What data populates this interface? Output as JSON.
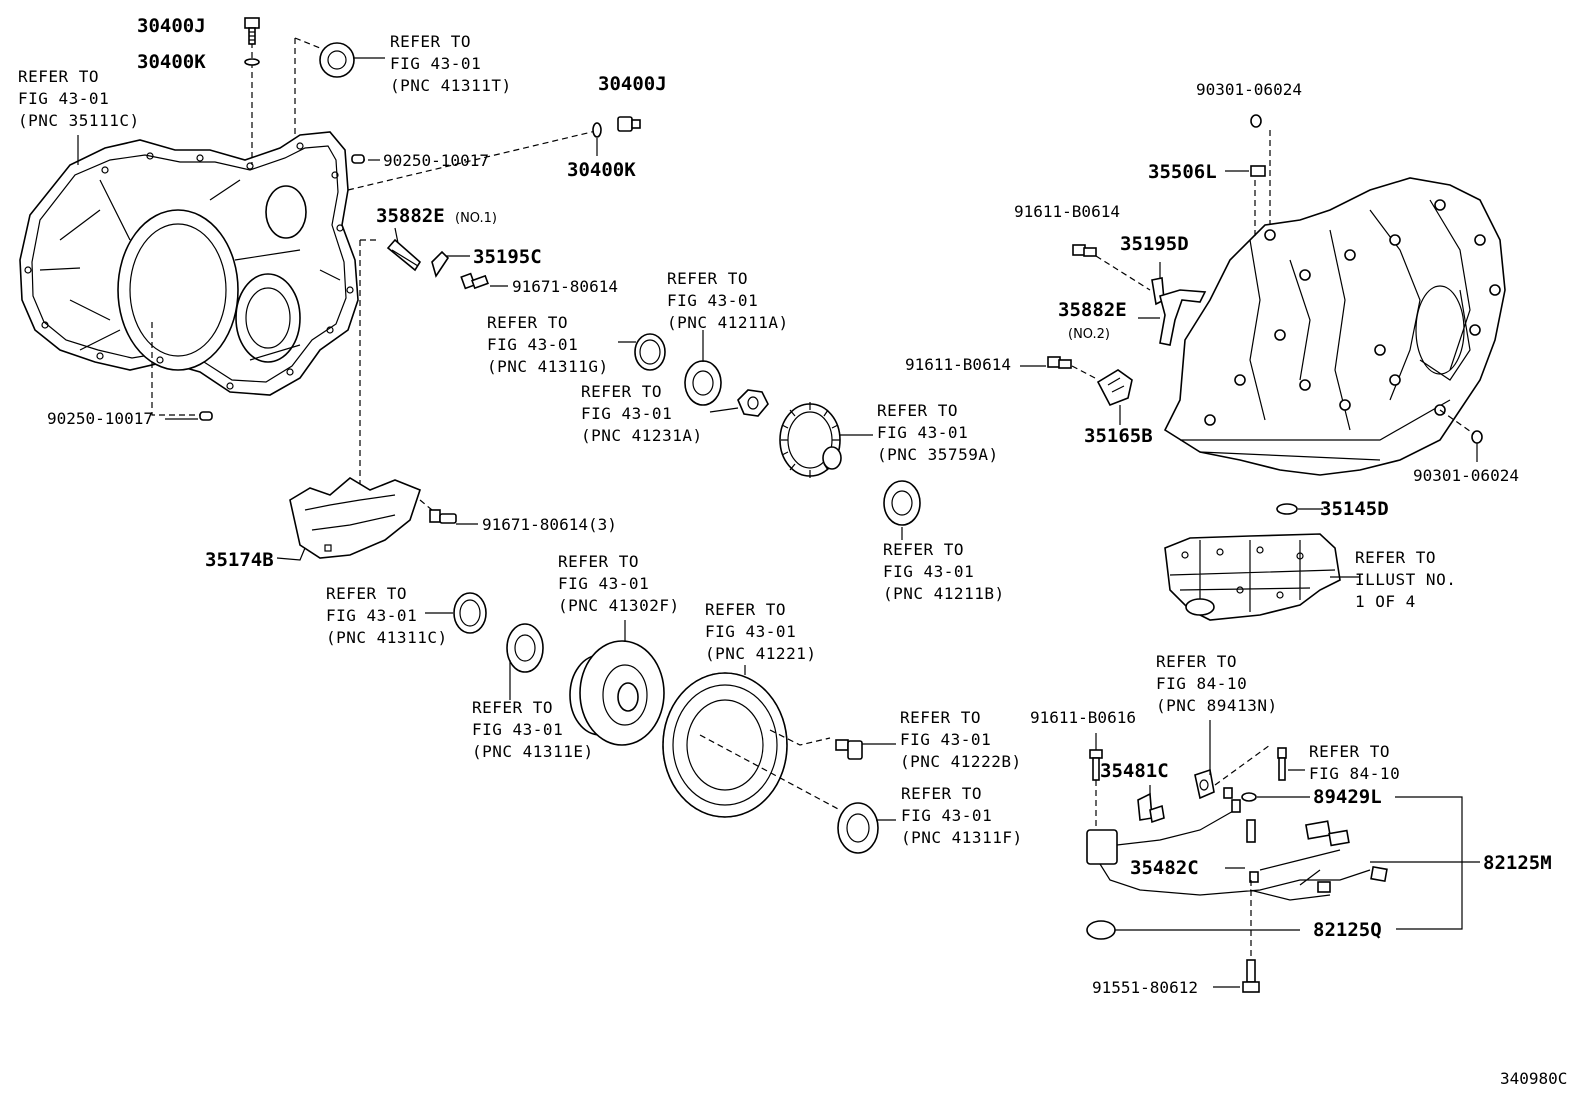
{
  "figure_code": "340980C",
  "callouts": {
    "c_30400j_top": "30400J",
    "c_30400k_top": "30400K",
    "c_30400j_mid": "30400J",
    "c_30400k_mid": "30400K",
    "c_90250_10017_a": "90250-10017",
    "c_90250_10017_b": "90250-10017",
    "c_35882e_no1": "35882E",
    "c_no1": "(NO.1)",
    "c_35195c": "35195C",
    "c_91671_80614": "91671-80614",
    "c_91671_80614_3": "91671-80614(3)",
    "c_35174b": "35174B",
    "c_90301_06024_top": "90301-06024",
    "c_90301_06024_bot": "90301-06024",
    "c_35506l": "35506L",
    "c_91611_b0614_a": "91611-B0614",
    "c_91611_b0614_b": "91611-B0614",
    "c_35195d": "35195D",
    "c_35882e_no2": "35882E",
    "c_no2": "(NO.2)",
    "c_35165b": "35165B",
    "c_35145d": "35145D",
    "c_91611_b0616": "91611-B0616",
    "c_35481c": "35481C",
    "c_89429l": "89429L",
    "c_82125m": "82125M",
    "c_35482c": "35482C",
    "c_82125q": "82125Q",
    "c_91551_80612": "91551-80612"
  },
  "refs": {
    "r_35111c": [
      "REFER TO",
      "FIG 43-01",
      "(PNC 35111C)"
    ],
    "r_41311t": [
      "REFER TO",
      "FIG 43-01",
      "(PNC 41311T)"
    ],
    "r_41311g": [
      "REFER TO",
      "FIG 43-01",
      "(PNC 41311G)"
    ],
    "r_41211a": [
      "REFER TO",
      "FIG 43-01",
      "(PNC 41211A)"
    ],
    "r_41231a": [
      "REFER TO",
      "FIG 43-01",
      "(PNC 41231A)"
    ],
    "r_35759a": [
      "REFER TO",
      "FIG 43-01",
      "(PNC 35759A)"
    ],
    "r_41211b": [
      "REFER TO",
      "FIG 43-01",
      "(PNC 41211B)"
    ],
    "r_illust": [
      "REFER TO",
      "ILLUST NO.",
      "1 OF 4"
    ],
    "r_41311c": [
      "REFER TO",
      "FIG 43-01",
      "(PNC 41311C)"
    ],
    "r_41302f": [
      "REFER TO",
      "FIG 43-01",
      "(PNC 41302F)"
    ],
    "r_41221": [
      "REFER TO",
      "FIG 43-01",
      "(PNC 41221)"
    ],
    "r_41311e": [
      "REFER TO",
      "FIG 43-01",
      "(PNC 41311E)"
    ],
    "r_41222b": [
      "REFER TO",
      "FIG 43-01",
      "(PNC 41222B)"
    ],
    "r_41311f": [
      "REFER TO",
      "FIG 43-01",
      "(PNC 41311F)"
    ],
    "r_89413n": [
      "REFER TO",
      "FIG 84-10",
      "(PNC 89413N)"
    ],
    "r_fig8410": [
      "REFER TO",
      "FIG 84-10"
    ]
  }
}
